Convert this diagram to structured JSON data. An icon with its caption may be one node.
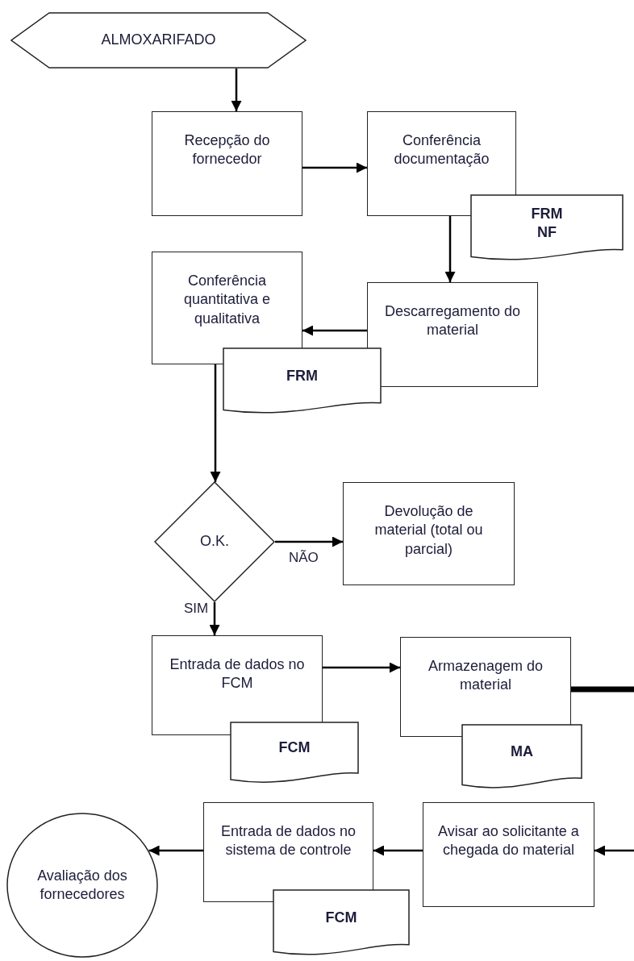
{
  "diagram": {
    "nodes": [
      {
        "text": [
          "ALMOXARIFADO"
        ]
      },
      {
        "text": [
          "Recepção do fornecedor"
        ]
      },
      {
        "text": [
          "Conferência documentação"
        ]
      },
      {
        "text": [
          "FRM",
          "NF"
        ]
      },
      {
        "text": [
          "Descarregamento do material"
        ]
      },
      {
        "text": [
          "Conferência quantitativa e qualitativa"
        ]
      },
      {
        "text": [
          "FRM"
        ]
      },
      {
        "text": [
          "O.K."
        ]
      },
      {
        "text": [
          "Devolução de material (total ou parcial)"
        ]
      },
      {
        "text": [
          "Entrada de dados no FCM"
        ]
      },
      {
        "text": [
          "FCM"
        ]
      },
      {
        "text": [
          "Armazenagem do material"
        ]
      },
      {
        "text": [
          "MA"
        ]
      },
      {
        "text": [
          "Avaliação dos fornecedores"
        ]
      },
      {
        "text": [
          "Entrada de dados no sistema de controle"
        ]
      },
      {
        "text": [
          "FCM"
        ]
      },
      {
        "text": [
          "Avisar ao solicitante a chegada do material"
        ]
      }
    ],
    "edges": [
      {
        "from": 0,
        "to": 1,
        "arrow": "to"
      },
      {
        "from": 1,
        "to": 2,
        "arrow": "to"
      },
      {
        "from": 2,
        "to": 4,
        "arrow": "to"
      },
      {
        "from": 4,
        "to": 5,
        "arrow": "to"
      },
      {
        "from": 5,
        "to": 7,
        "arrow": "to"
      },
      {
        "from": 7,
        "to": 8,
        "arrow": "to",
        "label": "NÃO"
      },
      {
        "from": 7,
        "to": 9,
        "arrow": "to",
        "label": "SIM"
      },
      {
        "from": 9,
        "to": 11,
        "arrow": "to"
      },
      {
        "from": 11,
        "to": null,
        "arrow": "none",
        "style": "thick"
      },
      {
        "from": null,
        "to": 16,
        "arrow": "to"
      },
      {
        "from": 16,
        "to": 14,
        "arrow": "to"
      },
      {
        "from": 14,
        "to": 13,
        "arrow": "to"
      }
    ]
  }
}
